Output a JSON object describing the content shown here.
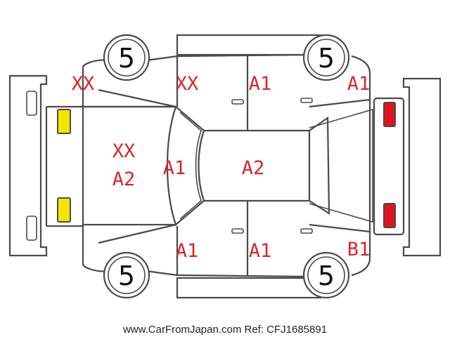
{
  "colors": {
    "damage_code": "#d9262c",
    "outline": "#4a4a4a",
    "front_lamp": "#f5e400",
    "rear_lamp": "#e0141e"
  },
  "tires": {
    "front_left": "5",
    "rear_left": "5",
    "front_right": "5",
    "rear_right": "5"
  },
  "damage_codes": {
    "front_left_fender": "XX",
    "front_left_door": "XX",
    "rear_left_door": "A1",
    "rear_left_quarter": "A1",
    "hood_line1": "XX",
    "hood_line2": "A2",
    "windshield": "A1",
    "roof": "A2",
    "front_right_door": "A1",
    "rear_right_door": "A1",
    "rear_right_quarter": "B1"
  },
  "footer": "www.CarFromJapan.com Ref: CFJ1685891"
}
